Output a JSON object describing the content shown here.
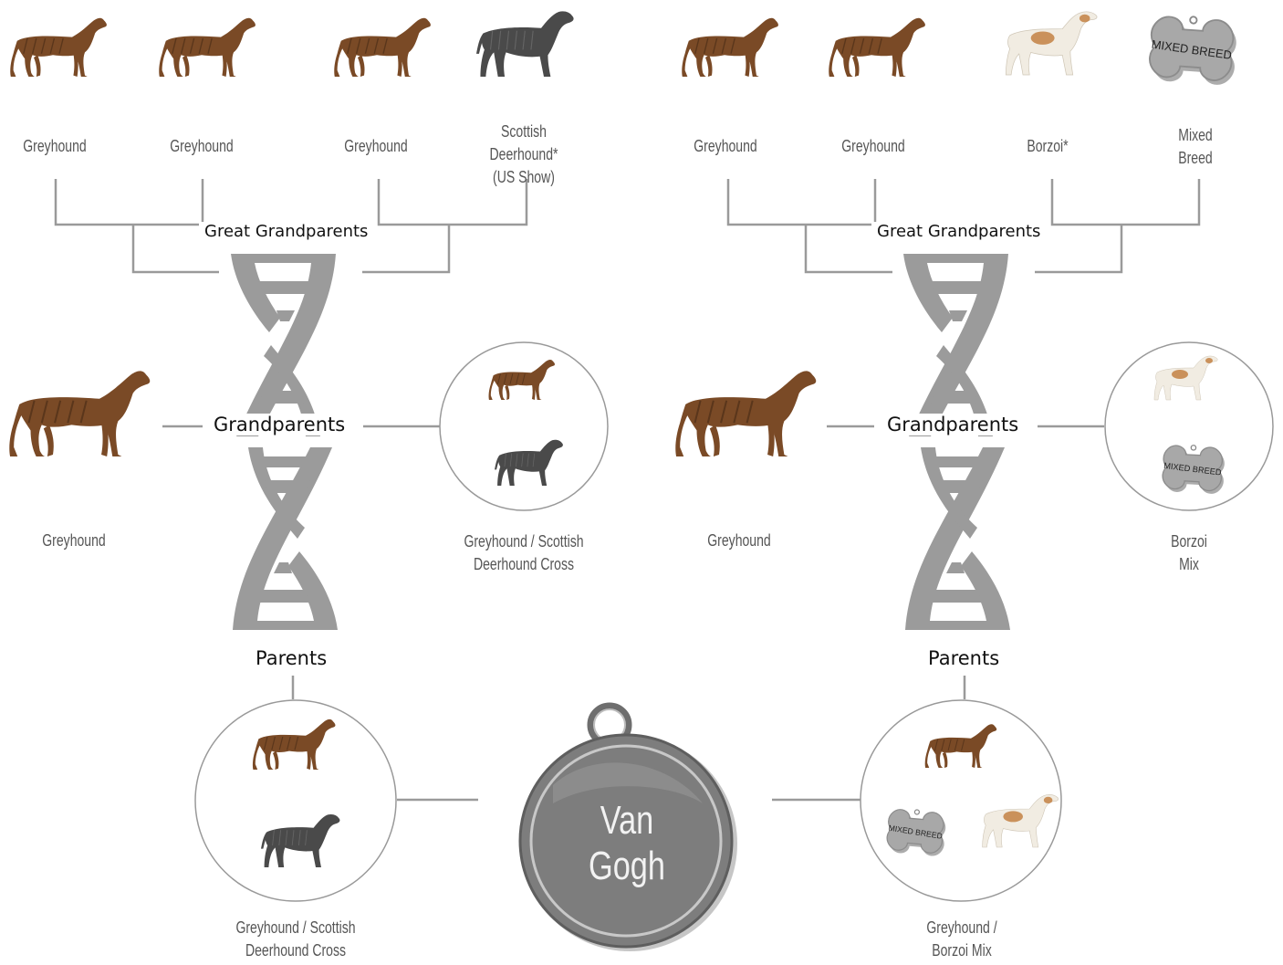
{
  "headings": {
    "great_grandparents": "Great Grandparents",
    "grandparents": "Grandparents",
    "parents": "Parents"
  },
  "great_grandparents_left": [
    {
      "label": [
        "Greyhound"
      ],
      "icon": "brindle-greyhound-image"
    },
    {
      "label": [
        "Greyhound"
      ],
      "icon": "brindle-greyhound-image"
    },
    {
      "label": [
        "Greyhound"
      ],
      "icon": "brindle-greyhound-image"
    },
    {
      "label": [
        "Scottish",
        "Deerhound*",
        "(US Show)"
      ],
      "icon": "scottish-deerhound-image"
    }
  ],
  "great_grandparents_right": [
    {
      "label": [
        "Greyhound"
      ],
      "icon": "brindle-greyhound-image"
    },
    {
      "label": [
        "Greyhound"
      ],
      "icon": "brindle-greyhound-image"
    },
    {
      "label": [
        "Borzoi*"
      ],
      "icon": "borzoi-image"
    },
    {
      "label": [
        "Mixed",
        "Breed"
      ],
      "icon": "mixed-breed-bone-tag"
    }
  ],
  "grandparents_left": [
    {
      "label": [
        "Greyhound"
      ]
    },
    {
      "label": [
        "Greyhound / Scottish",
        "Deerhound Cross"
      ]
    }
  ],
  "grandparents_right": [
    {
      "label": [
        "Greyhound"
      ]
    },
    {
      "label": [
        "Borzoi",
        "Mix"
      ]
    }
  ],
  "parents": [
    {
      "label": [
        "Greyhound / Scottish",
        "Deerhound Cross"
      ]
    },
    {
      "label": [
        "Greyhound /",
        "Borzoi Mix"
      ]
    }
  ],
  "bone_tag_text": "MIXED BREED",
  "center_tag": {
    "name_line1": "Van",
    "name_line2": "Gogh"
  },
  "colors": {
    "line": "#9a9a9a",
    "dna": "#9b9b9b",
    "tag": "#7d7d7d",
    "tag_ring": "#c8c8c8",
    "label": "#555555",
    "greyhound_coat": "#7a4a26",
    "deerhound_coat": "#4a4a4a",
    "borzoi_coat": "#f1ece2",
    "borzoi_patch": "#c07a3a"
  }
}
